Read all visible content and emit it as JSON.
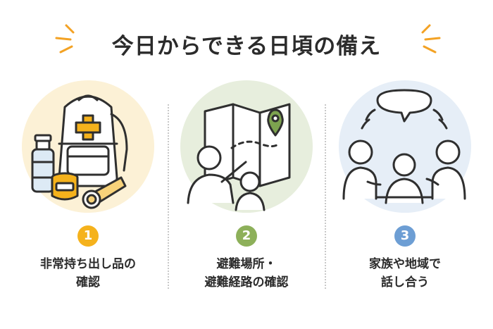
{
  "title": "今日からできる日頃の備え",
  "colors": {
    "accent_orange": "#F3A224",
    "circle_1": "#FCF1D6",
    "circle_2": "#E7EEDD",
    "circle_3": "#E6EEF7",
    "badge_1": "#F5B21C",
    "badge_2": "#8DB05A",
    "badge_3": "#6D9ED4",
    "pin_green": "#7DA34F"
  },
  "items": [
    {
      "number": "1",
      "line1": "非常持ち出し品の",
      "line2": "確認",
      "icon": "emergency-backpack-icon"
    },
    {
      "number": "2",
      "line1": "避難場所・",
      "line2": "避難経路の確認",
      "icon": "evacuation-map-icon"
    },
    {
      "number": "3",
      "line1": "家族や地域で",
      "line2": "話し合う",
      "icon": "family-discussion-icon"
    }
  ]
}
